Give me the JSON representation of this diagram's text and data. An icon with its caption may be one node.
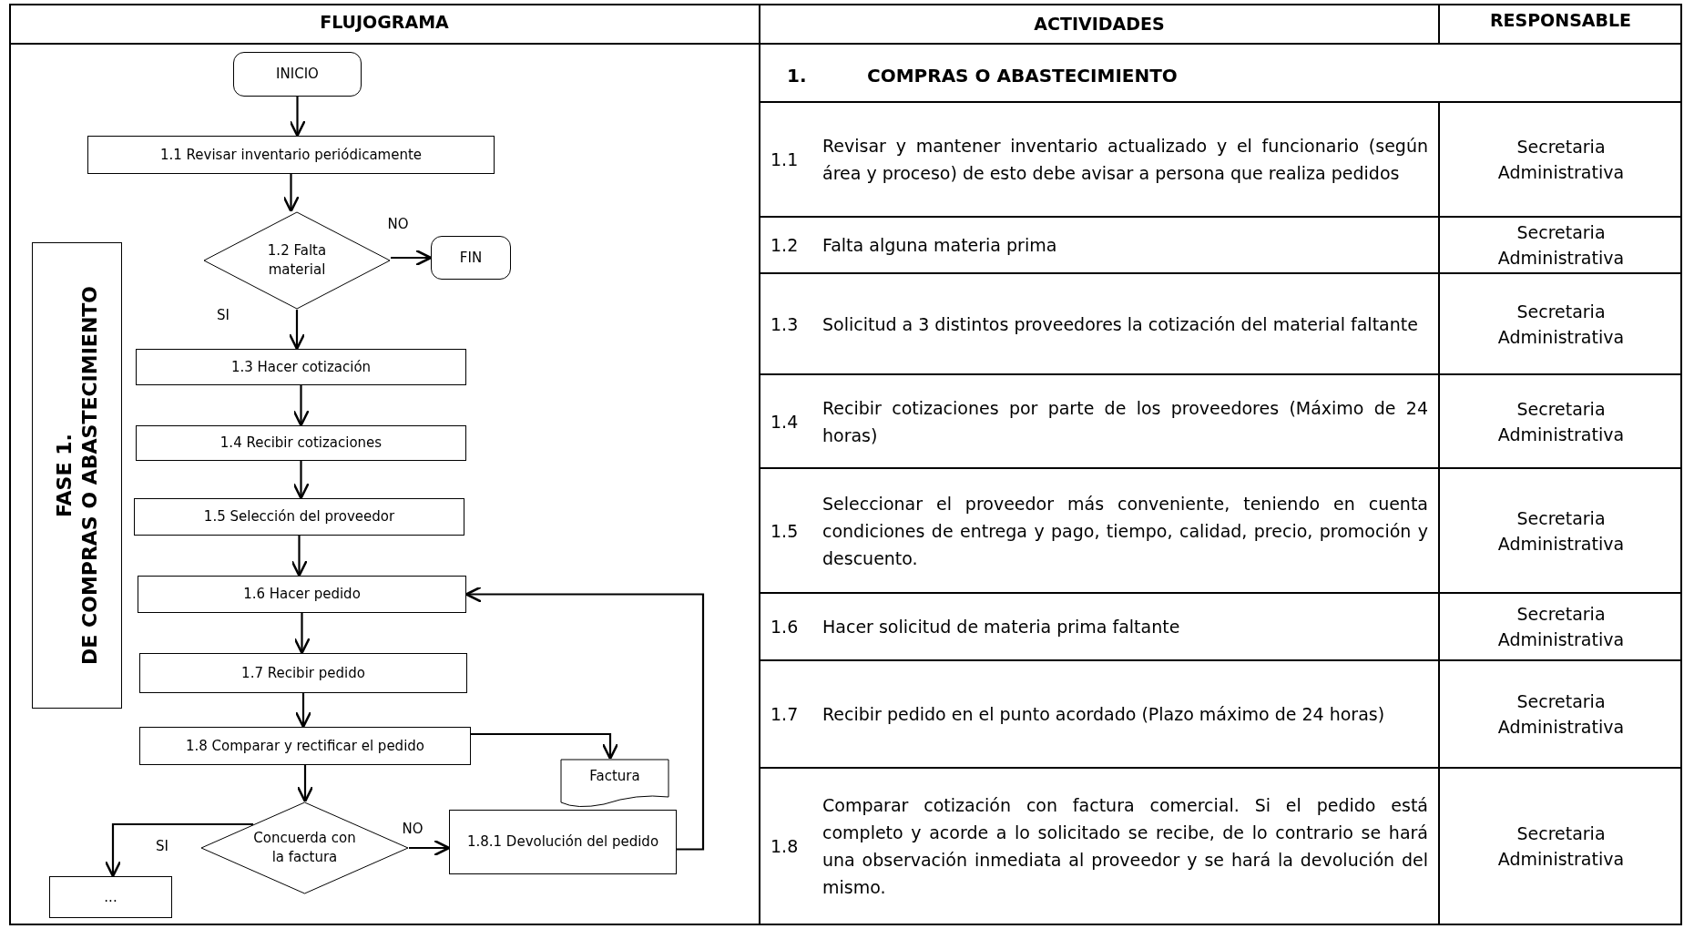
{
  "diagram": {
    "nodes": [
      {
        "text": [
          "INICIO"
        ]
      },
      {
        "text": [
          "1.1 Revisar inventario periódicamente"
        ]
      },
      {
        "text": [
          "1.2 Falta material"
        ]
      },
      {
        "text": [
          "FIN"
        ]
      },
      {
        "text": [
          "1.3 Hacer cotización"
        ]
      },
      {
        "text": [
          "1.4 Recibir cotizaciones"
        ]
      },
      {
        "text": [
          "1.5 Selección del proveedor"
        ]
      },
      {
        "text": [
          "1.6 Hacer pedido"
        ]
      },
      {
        "text": [
          "1.7 Recibir pedido"
        ]
      },
      {
        "text": [
          "1.8 Comparar y rectificar el pedido"
        ]
      },
      {
        "text": [
          "Factura"
        ]
      },
      {
        "text": [
          "Concuerda con la factura"
        ]
      },
      {
        "text": [
          "1.8.1 Devolución del pedido"
        ]
      },
      {
        "text": [
          "..."
        ]
      },
      {
        "text": [
          "FASE 1.",
          "DE COMPRAS O ABASTECIMIENTO"
        ]
      }
    ],
    "edges": [
      {
        "from": 0,
        "to": 1,
        "arrow": "to"
      },
      {
        "from": 1,
        "to": 2,
        "arrow": "to"
      },
      {
        "from": 2,
        "to": 3,
        "arrow": "to",
        "label": "NO"
      },
      {
        "from": 2,
        "to": 4,
        "arrow": "to",
        "label": "SI"
      },
      {
        "from": 4,
        "to": 5,
        "arrow": "to"
      },
      {
        "from": 5,
        "to": 6,
        "arrow": "to"
      },
      {
        "from": 6,
        "to": 7,
        "arrow": "to"
      },
      {
        "from": 7,
        "to": 8,
        "arrow": "to"
      },
      {
        "from": 8,
        "to": 9,
        "arrow": "to"
      },
      {
        "from": 9,
        "to": 10,
        "arrow": "to"
      },
      {
        "from": 9,
        "to": 11,
        "arrow": "to"
      },
      {
        "from": 11,
        "to": 13,
        "arrow": "to",
        "label": "SI"
      },
      {
        "from": 11,
        "to": 12,
        "arrow": "to",
        "label": "NO"
      },
      {
        "from": 12,
        "to": 7,
        "arrow": "to"
      }
    ],
    "labels": [
      "FLUJOGRAMA",
      "ACTIVIDADES",
      "RESPONSABLE",
      "1.",
      "COMPRAS O ABASTECIMIENTO",
      "1.1",
      "Revisar y mantener inventario actualizado y el funcionario (según área y proceso) de esto debe avisar a persona que realiza pedidos",
      "Secretaria Administrativa",
      "1.2",
      "Falta alguna materia prima",
      "Secretaria Administrativa",
      "1.3",
      "Solicitud a 3 distintos proveedores la cotización del material faltante",
      "Secretaria Administrativa",
      "1.4",
      "Recibir cotizaciones por parte de los proveedores (Máximo de 24 horas)",
      "Secretaria Administrativa",
      "1.5",
      "Seleccionar el proveedor más conveniente, teniendo en cuenta condiciones de entrega y pago, tiempo, calidad, precio, promoción y descuento.",
      "Secretaria Administrativa",
      "1.6",
      "Hacer solicitud de materia prima faltante",
      "Secretaria Administrativa",
      "1.7",
      "Recibir pedido en el punto acordado (Plazo máximo de 24 horas)",
      "Secretaria Administrativa",
      "1.8",
      "Comparar cotización con factura comercial. Si el pedido está completo y acorde a lo solicitado se recibe, de lo contrario se hará una observación inmediata al proveedor y se hará la devolución del mismo.",
      "Secretaria Administrativa"
    ]
  }
}
